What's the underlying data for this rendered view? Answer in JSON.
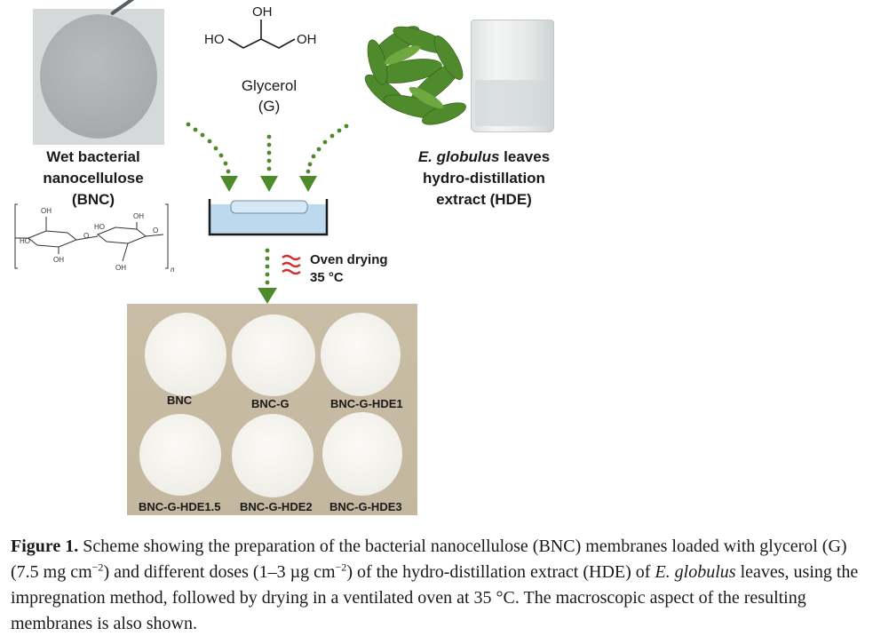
{
  "figure": {
    "glycerol": {
      "atoms": {
        "top": "OH",
        "left": "HO",
        "right": "OH"
      },
      "name": "Glycerol",
      "abbrev": "(G)"
    },
    "bnc": {
      "line1": "Wet bacterial",
      "line2": "nanocellulose",
      "line3": "(BNC)",
      "structure_labels": {
        "oh1": "OH",
        "ho1": "HO",
        "oh2": "OH",
        "ho2": "HO",
        "oh3": "OH",
        "oh4": "OH",
        "o1": "O",
        "o2": "O",
        "n": "n"
      }
    },
    "hde": {
      "species": "E. globulus",
      "line1_rest": " leaves",
      "line2": "hydro-distillation",
      "line3": "extract (HDE)"
    },
    "oven": {
      "line1": "Oven drying",
      "line2": "35 °C"
    },
    "membranes": [
      "BNC",
      "BNC-G",
      "BNC-G-HDE1",
      "BNC-G-HDE1.5",
      "BNC-G-HDE2",
      "BNC-G-HDE3"
    ],
    "colors": {
      "arrow_green": "#4d8a2a",
      "heat_red": "#d42a2a",
      "tray_brown": "#c6b9a1"
    }
  },
  "caption": {
    "label": "Figure 1.",
    "part1": " Scheme showing the preparation of the bacterial nanocellulose (BNC) membranes loaded with glycerol (G) (7.5 mg cm",
    "sup1": "−2",
    "part2": ") and different doses (1–3 µg cm",
    "sup2": "−2",
    "part3": ") of the hydro-distillation extract (HDE) of ",
    "species": "E. globulus",
    "part4": " leaves, using the impregnation method, followed by drying in a ventilated oven at 35 °C. The macroscopic aspect of the resulting membranes is also shown."
  }
}
